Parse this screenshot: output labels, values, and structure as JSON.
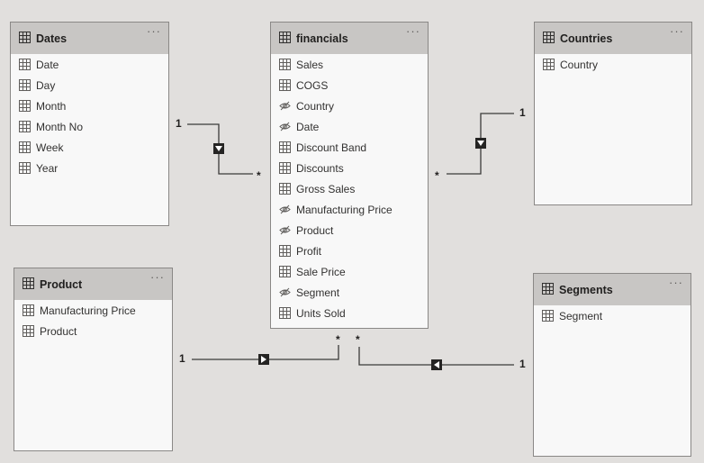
{
  "tables": {
    "dates": {
      "title": "Dates",
      "fields": [
        "Date",
        "Day",
        "Month",
        "Month No",
        "Week",
        "Year"
      ]
    },
    "financials": {
      "title": "financials",
      "fields": [
        "Sales",
        "COGS",
        "Country",
        "Date",
        "Discount Band",
        "Discounts",
        "Gross Sales",
        "Manufacturing Price",
        "Product",
        "Profit",
        "Sale Price",
        "Segment",
        "Units Sold"
      ]
    },
    "countries": {
      "title": "Countries",
      "fields": [
        "Country"
      ]
    },
    "product": {
      "title": "Product",
      "fields": [
        "Manufacturing Price",
        "Product"
      ]
    },
    "segments": {
      "title": "Segments",
      "fields": [
        "Segment"
      ]
    }
  },
  "more_label": "···",
  "relationships": {
    "dates_one": "1",
    "dates_many": "*",
    "countries_one": "1",
    "countries_many": "*",
    "product_one": "1",
    "product_many": "*",
    "segments_one": "1",
    "segments_many": "*"
  },
  "icons": {
    "table": "table-icon",
    "hidden_field": "hidden-field-icon"
  },
  "hidden_fields": [
    "financials.Country",
    "financials.Date",
    "financials.Manufacturing Price",
    "financials.Product",
    "financials.Segment"
  ],
  "colors": {
    "canvas": "#e1dfdd",
    "card": "#f8f8f8",
    "header": "#c8c6c4",
    "line": "#323130"
  }
}
